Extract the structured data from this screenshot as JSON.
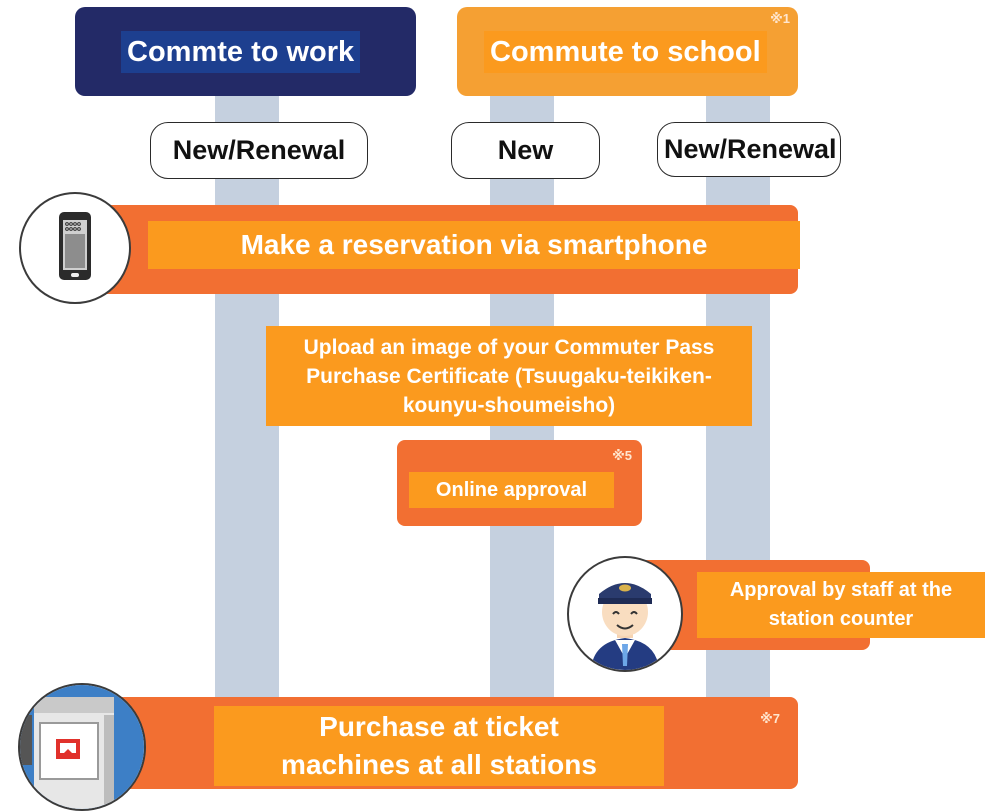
{
  "headers": {
    "work": "Commte to work",
    "school": "Commute to school"
  },
  "types": {
    "work_new_renewal": "New/Renewal",
    "school_new": "New",
    "school_new_renewal": "New/Renewal"
  },
  "steps": {
    "reservation": "Make a reservation via smartphone",
    "upload": "Upload an image of your Commuter Pass Purchase Certificate (Tsuugaku-teikiken-kounyu-shoumeisho)",
    "online_approval": "Online approval",
    "staff_approval": "Approval by staff at the station counter",
    "purchase": "Purchase at ticket machines at all stations"
  },
  "notes": {
    "n1": "※1",
    "n5": "※5",
    "n7": "※7"
  },
  "icons": {
    "smartphone": "smartphone-icon",
    "staff": "station-staff-icon",
    "ticket_machine": "ticket-machine-icon"
  },
  "colors": {
    "navy": "#232a67",
    "orange_light": "#f5a033",
    "orange_dark": "#f26f32",
    "lane": "#c5d0df"
  }
}
